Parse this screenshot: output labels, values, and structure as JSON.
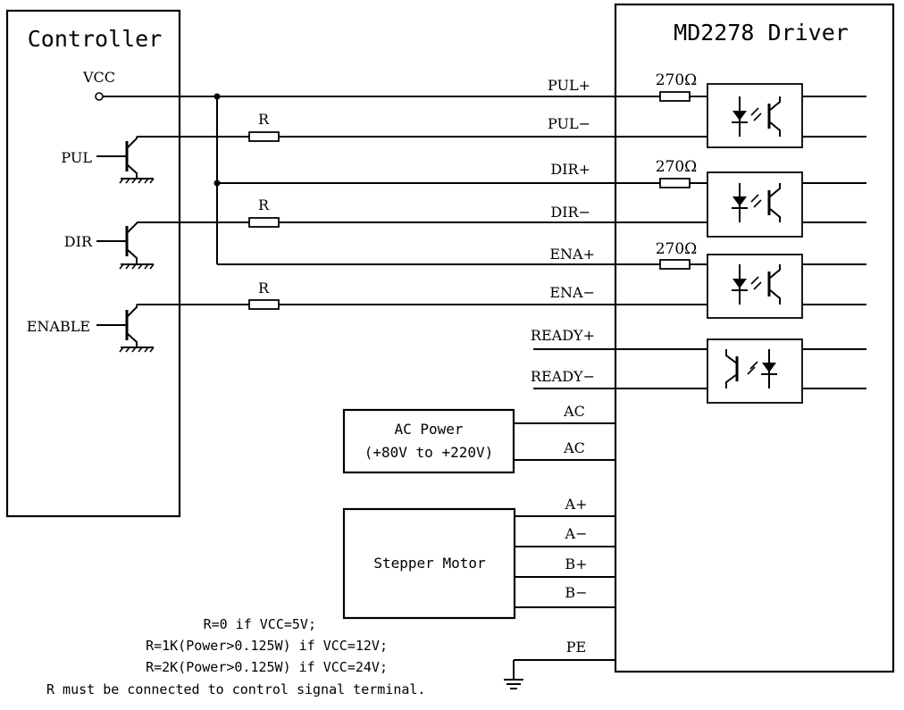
{
  "controller": {
    "title": "Controller",
    "vcc_label": "VCC",
    "inputs": [
      "PUL",
      "DIR",
      "ENABLE"
    ]
  },
  "driver": {
    "title": "MD2278 Driver",
    "resistor_label": "270Ω",
    "signals": [
      "PUL+",
      "PUL−",
      "DIR+",
      "DIR−",
      "ENA+",
      "ENA−",
      "READY+",
      "READY−"
    ],
    "ac_terminals": [
      "AC",
      "AC"
    ],
    "motor_terminals": [
      "A+",
      "A−",
      "B+",
      "B−"
    ],
    "pe_label": "PE"
  },
  "series_resistor_label": "R",
  "ac_power": {
    "line1": "AC Power",
    "line2": "(+80V to +220V)"
  },
  "stepper_motor": {
    "label": "Stepper Motor"
  },
  "notes": [
    "R=0 if VCC=5V;",
    "R=1K(Power>0.125W) if VCC=12V;",
    "R=2K(Power>0.125W) if VCC=24V;",
    "R must be connected to control signal terminal."
  ]
}
